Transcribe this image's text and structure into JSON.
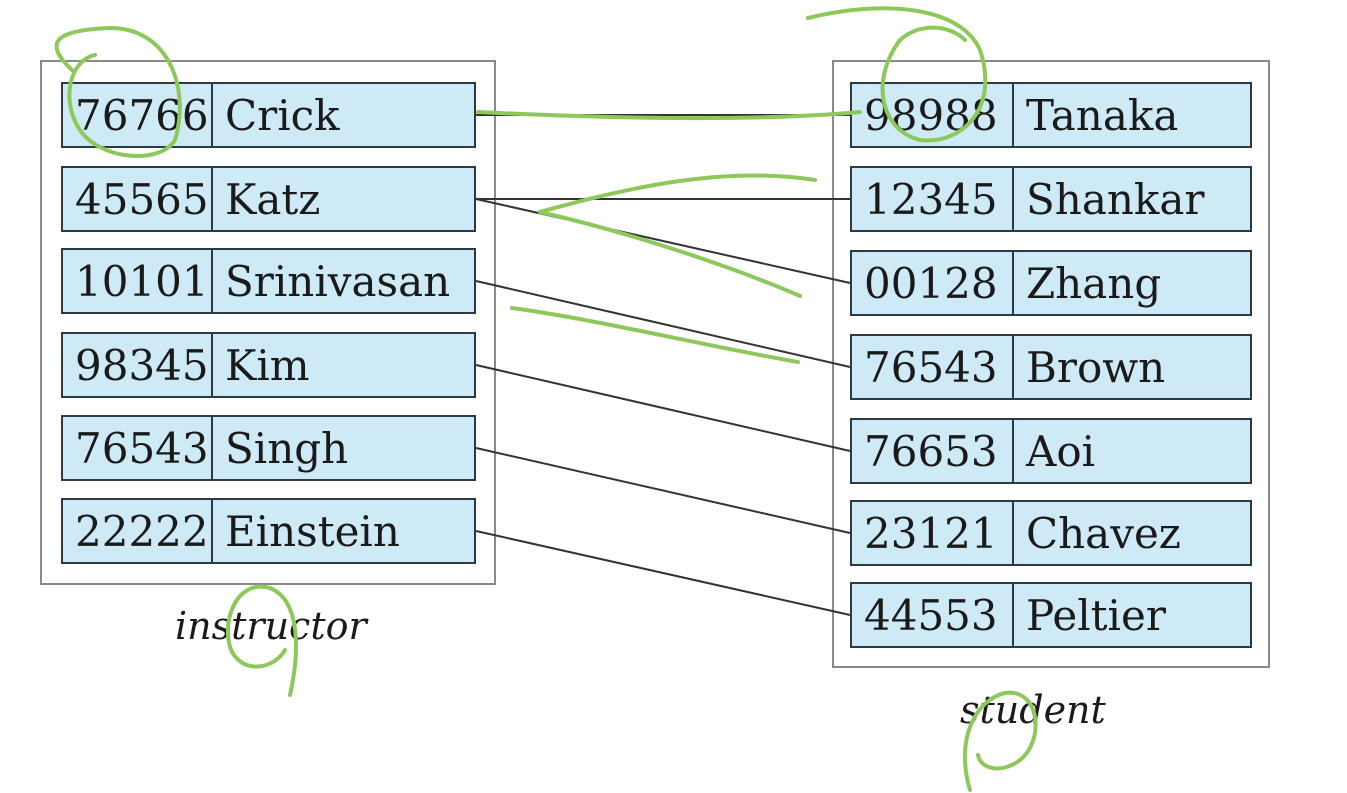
{
  "instructor": {
    "caption": "instructor",
    "rows": [
      {
        "id": "76766",
        "name": "Crick"
      },
      {
        "id": "45565",
        "name": "Katz"
      },
      {
        "id": "10101",
        "name": "Srinivasan"
      },
      {
        "id": "98345",
        "name": "Kim"
      },
      {
        "id": "76543",
        "name": "Singh"
      },
      {
        "id": "22222",
        "name": "Einstein"
      }
    ]
  },
  "student": {
    "caption": "student",
    "rows": [
      {
        "id": "98988",
        "name": "Tanaka"
      },
      {
        "id": "12345",
        "name": "Shankar"
      },
      {
        "id": "00128",
        "name": "Zhang"
      },
      {
        "id": "76543",
        "name": "Brown"
      },
      {
        "id": "76653",
        "name": "Aoi"
      },
      {
        "id": "23121",
        "name": "Chavez"
      },
      {
        "id": "44553",
        "name": "Peltier"
      }
    ]
  },
  "advisor_links": [
    {
      "from": 0,
      "to": 0
    },
    {
      "from": 1,
      "to": 1
    },
    {
      "from": 1,
      "to": 2
    },
    {
      "from": 2,
      "to": 3
    },
    {
      "from": 3,
      "to": 4
    },
    {
      "from": 4,
      "to": 5
    },
    {
      "from": 5,
      "to": 6
    }
  ],
  "colors": {
    "row_fill": "#cfeaf7",
    "row_border": "#2b3a44",
    "link_line": "#333333",
    "annotation": "#8dc85a"
  }
}
